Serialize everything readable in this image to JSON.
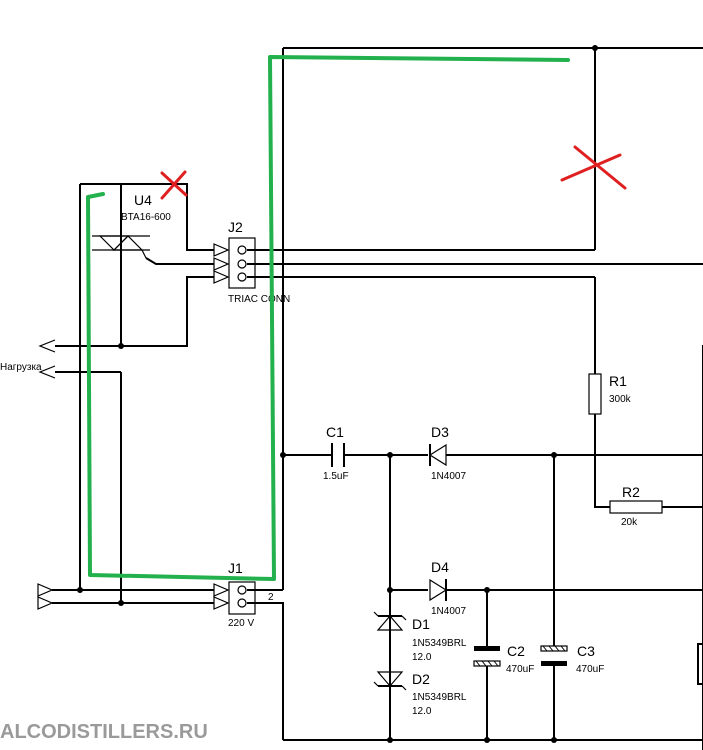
{
  "components": {
    "u4": {
      "ref": "U4",
      "value": "BTA16-600"
    },
    "j2": {
      "ref": "J2",
      "value": "TRIAC CONN"
    },
    "j1": {
      "ref": "J1",
      "value": "220 V",
      "pin2": "2"
    },
    "c1": {
      "ref": "C1",
      "value": "1.5uF"
    },
    "d3": {
      "ref": "D3",
      "value": "1N4007"
    },
    "d4": {
      "ref": "D4",
      "value": "1N4007"
    },
    "r1": {
      "ref": "R1",
      "value": "300k"
    },
    "r2": {
      "ref": "R2",
      "value": "20k"
    },
    "d1": {
      "ref": "D1",
      "value": "1N5349BRL",
      "voltage": "12.0"
    },
    "d2": {
      "ref": "D2",
      "value": "1N5349BRL",
      "voltage": "12.0"
    },
    "c2": {
      "ref": "C2",
      "value": "470uF"
    },
    "c3": {
      "ref": "C3",
      "value": "470uF"
    }
  },
  "labels": {
    "load": "Нагрузка"
  },
  "watermark": "ALCODISTILLERS.RU",
  "colors": {
    "wire": "#000000",
    "annotation_line": "#22b14c",
    "annotation_cross": "#e02020",
    "watermark": "#9a9a9a"
  }
}
